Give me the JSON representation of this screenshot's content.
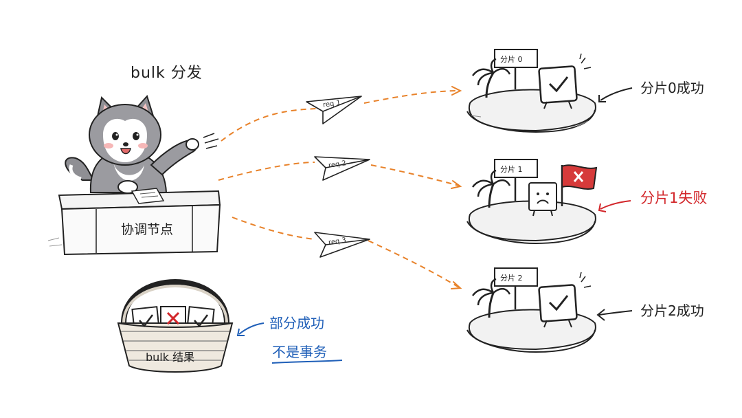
{
  "title": "bulk 分发",
  "coordinator_label": "协调节点",
  "requests": [
    "req 1",
    "req 2",
    "req 3"
  ],
  "shards": [
    {
      "sign": "分片 0",
      "result": "分片0成功",
      "status": "success"
    },
    {
      "sign": "分片 1",
      "result": "分片1失败",
      "status": "failure"
    },
    {
      "sign": "分片 2",
      "result": "分片2成功",
      "status": "success"
    }
  ],
  "basket": {
    "label": "bulk 结果",
    "marks": [
      "check",
      "cross",
      "check"
    ]
  },
  "note": {
    "line1": "部分成功",
    "line2": "不是事务"
  },
  "colors": {
    "success_text": "#222222",
    "failure_text": "#d2262a",
    "note_text": "#1f5fb8",
    "dashed_path": "#e8822a",
    "flag": "#d63a3a"
  },
  "icons": [
    "husky-mascot",
    "paper-plane-icon",
    "palm-tree-icon",
    "check-icon",
    "cross-icon",
    "sad-face-icon",
    "red-flag-icon",
    "basket-icon"
  ]
}
